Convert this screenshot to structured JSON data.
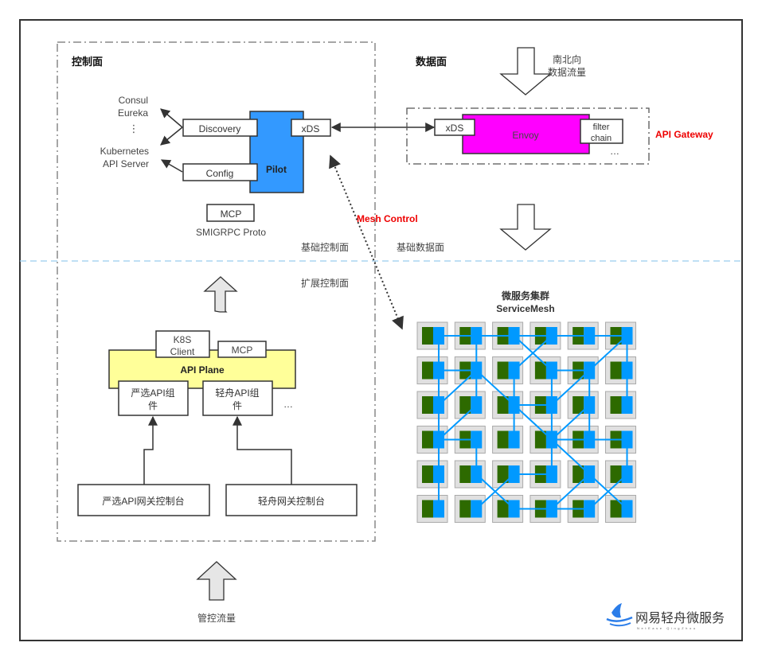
{
  "colors": {
    "pilot": "#3399ff",
    "envoy": "#ff00ff",
    "api_plane": "#ffff99",
    "mesh_green": "#2d6a00",
    "mesh_blue": "#0099ff",
    "mesh_cell": "#e0e0e0",
    "red_label": "#ee0000",
    "divider": "#99ccee",
    "arrow_fill": "#e6e6e6"
  },
  "control_plane": {
    "title": "控制面",
    "registries": [
      "Consul",
      "Eureka",
      "⋮",
      "Kubernetes",
      "API Server"
    ],
    "discovery": "Discovery",
    "config": "Config",
    "mcp": "MCP",
    "pilot": "Pilot",
    "xds": "xDS",
    "mcp_caption": "SMIGRPC Proto",
    "base_label": "基础控制面",
    "ext_label": "扩展控制面"
  },
  "data_plane": {
    "title": "数据面",
    "north_south": [
      "南北向",
      "数据流量"
    ],
    "xds": "xDS",
    "envoy": "Envoy",
    "filter_chain": [
      "filter",
      "chain"
    ],
    "ellipsis": "…",
    "gateway_label": "API Gateway",
    "base_label": "基础数据面"
  },
  "mesh_control_label": "Mesh Control",
  "extension": {
    "k8s_client": [
      "K8S",
      "Client"
    ],
    "mcp": "MCP",
    "api_plane": "API Plane",
    "yanxuan_component": [
      "严选API组",
      "件"
    ],
    "qingzhou_component": [
      "轻舟API组",
      "件"
    ],
    "ellipsis": "…",
    "yanxuan_console": "严选API网关控制台",
    "qingzhou_console": "轻舟网关控制台",
    "mgmt_traffic": "管控流量"
  },
  "service_mesh": {
    "title": [
      "微服务集群",
      "ServiceMesh"
    ],
    "rows": 6,
    "cols": 6,
    "links": [
      [
        [
          0,
          0
        ],
        [
          0,
          1
        ]
      ],
      [
        [
          0,
          1
        ],
        [
          0,
          2
        ]
      ],
      [
        [
          0,
          2
        ],
        [
          0,
          3
        ]
      ],
      [
        [
          0,
          3
        ],
        [
          0,
          4
        ]
      ],
      [
        [
          0,
          4
        ],
        [
          0,
          5
        ]
      ],
      [
        [
          0,
          0
        ],
        [
          1,
          0
        ]
      ],
      [
        [
          0,
          1
        ],
        [
          1,
          1
        ]
      ],
      [
        [
          0,
          5
        ],
        [
          1,
          5
        ]
      ],
      [
        [
          0,
          2
        ],
        [
          1,
          3
        ]
      ],
      [
        [
          0,
          3
        ],
        [
          1,
          2
        ]
      ],
      [
        [
          0,
          5
        ],
        [
          1,
          4
        ]
      ],
      [
        [
          1,
          0
        ],
        [
          1,
          1
        ]
      ],
      [
        [
          1,
          3
        ],
        [
          1,
          4
        ]
      ],
      [
        [
          1,
          0
        ],
        [
          2,
          0
        ]
      ],
      [
        [
          1,
          1
        ],
        [
          2,
          1
        ]
      ],
      [
        [
          1,
          2
        ],
        [
          2,
          2
        ]
      ],
      [
        [
          1,
          3
        ],
        [
          2,
          3
        ]
      ],
      [
        [
          1,
          4
        ],
        [
          2,
          4
        ]
      ],
      [
        [
          1,
          5
        ],
        [
          2,
          5
        ]
      ],
      [
        [
          1,
          1
        ],
        [
          2,
          0
        ]
      ],
      [
        [
          1,
          1
        ],
        [
          2,
          2
        ]
      ],
      [
        [
          1,
          4
        ],
        [
          2,
          3
        ]
      ],
      [
        [
          2,
          2
        ],
        [
          2,
          3
        ]
      ],
      [
        [
          2,
          0
        ],
        [
          3,
          0
        ]
      ],
      [
        [
          2,
          2
        ],
        [
          3,
          2
        ]
      ],
      [
        [
          2,
          3
        ],
        [
          3,
          3
        ]
      ],
      [
        [
          2,
          4
        ],
        [
          3,
          4
        ]
      ],
      [
        [
          2,
          1
        ],
        [
          3,
          0
        ]
      ],
      [
        [
          2,
          2
        ],
        [
          3,
          3
        ]
      ],
      [
        [
          2,
          4
        ],
        [
          3,
          3
        ]
      ],
      [
        [
          3,
          0
        ],
        [
          3,
          1
        ]
      ],
      [
        [
          3,
          3
        ],
        [
          3,
          4
        ]
      ],
      [
        [
          3,
          4
        ],
        [
          3,
          5
        ]
      ],
      [
        [
          3,
          0
        ],
        [
          4,
          0
        ]
      ],
      [
        [
          3,
          1
        ],
        [
          4,
          1
        ]
      ],
      [
        [
          3,
          3
        ],
        [
          4,
          3
        ]
      ],
      [
        [
          3,
          5
        ],
        [
          4,
          5
        ]
      ],
      [
        [
          3,
          3
        ],
        [
          4,
          4
        ]
      ],
      [
        [
          4,
          2
        ],
        [
          4,
          3
        ]
      ],
      [
        [
          4,
          0
        ],
        [
          5,
          0
        ]
      ],
      [
        [
          4,
          1
        ],
        [
          5,
          2
        ]
      ],
      [
        [
          4,
          2
        ],
        [
          5,
          1
        ]
      ],
      [
        [
          4,
          4
        ],
        [
          5,
          3
        ]
      ],
      [
        [
          4,
          4
        ],
        [
          5,
          5
        ]
      ],
      [
        [
          4,
          5
        ],
        [
          5,
          4
        ]
      ],
      [
        [
          5,
          2
        ],
        [
          5,
          3
        ]
      ],
      [
        [
          5,
          3
        ],
        [
          5,
          4
        ]
      ]
    ]
  },
  "logo": {
    "text": "网易轻舟微服务",
    "subtext": "NetEase QingZhou"
  }
}
